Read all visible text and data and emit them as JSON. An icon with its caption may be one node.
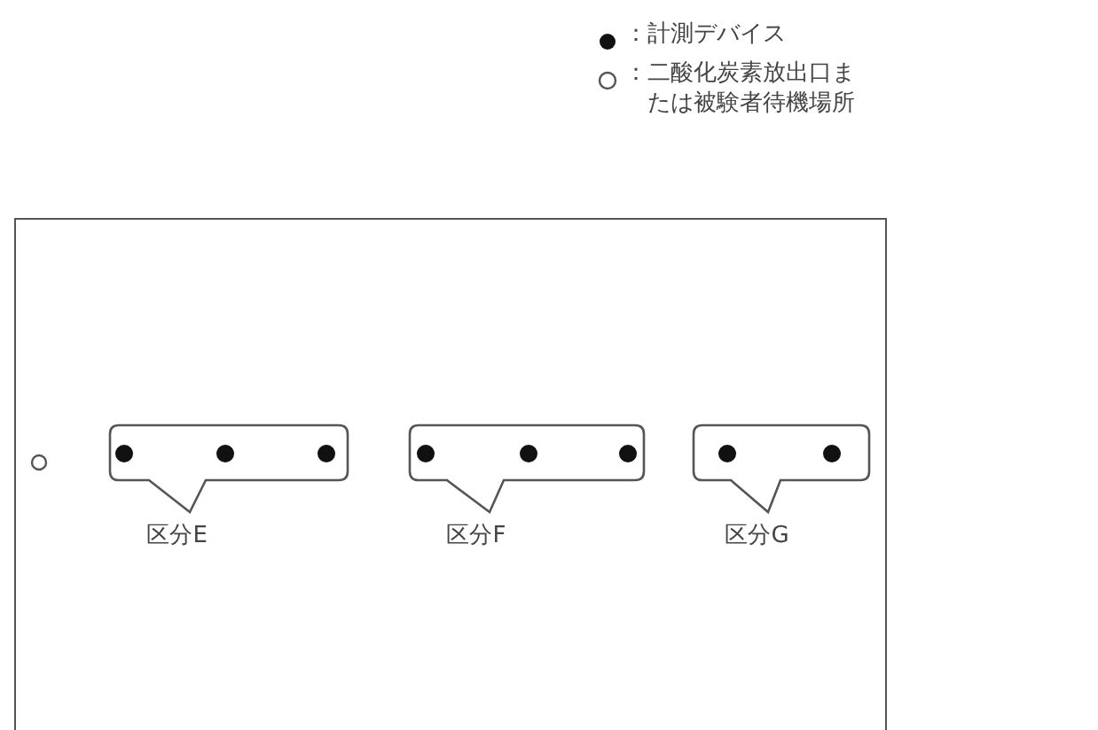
{
  "diagram": {
    "nodes": [
      {
        "text": [],
        "shape": "box"
      },
      {
        "text": [
          "区分E"
        ],
        "in": 0
      },
      {
        "text": [
          "区分F"
        ],
        "in": 0
      },
      {
        "text": [
          "区分G"
        ],
        "in": 0
      }
    ],
    "legend": [
      {
        "text": "：計測デバイス"
      },
      {
        "text": "：二酸化炭素放出口または被験者待機場所"
      }
    ]
  }
}
